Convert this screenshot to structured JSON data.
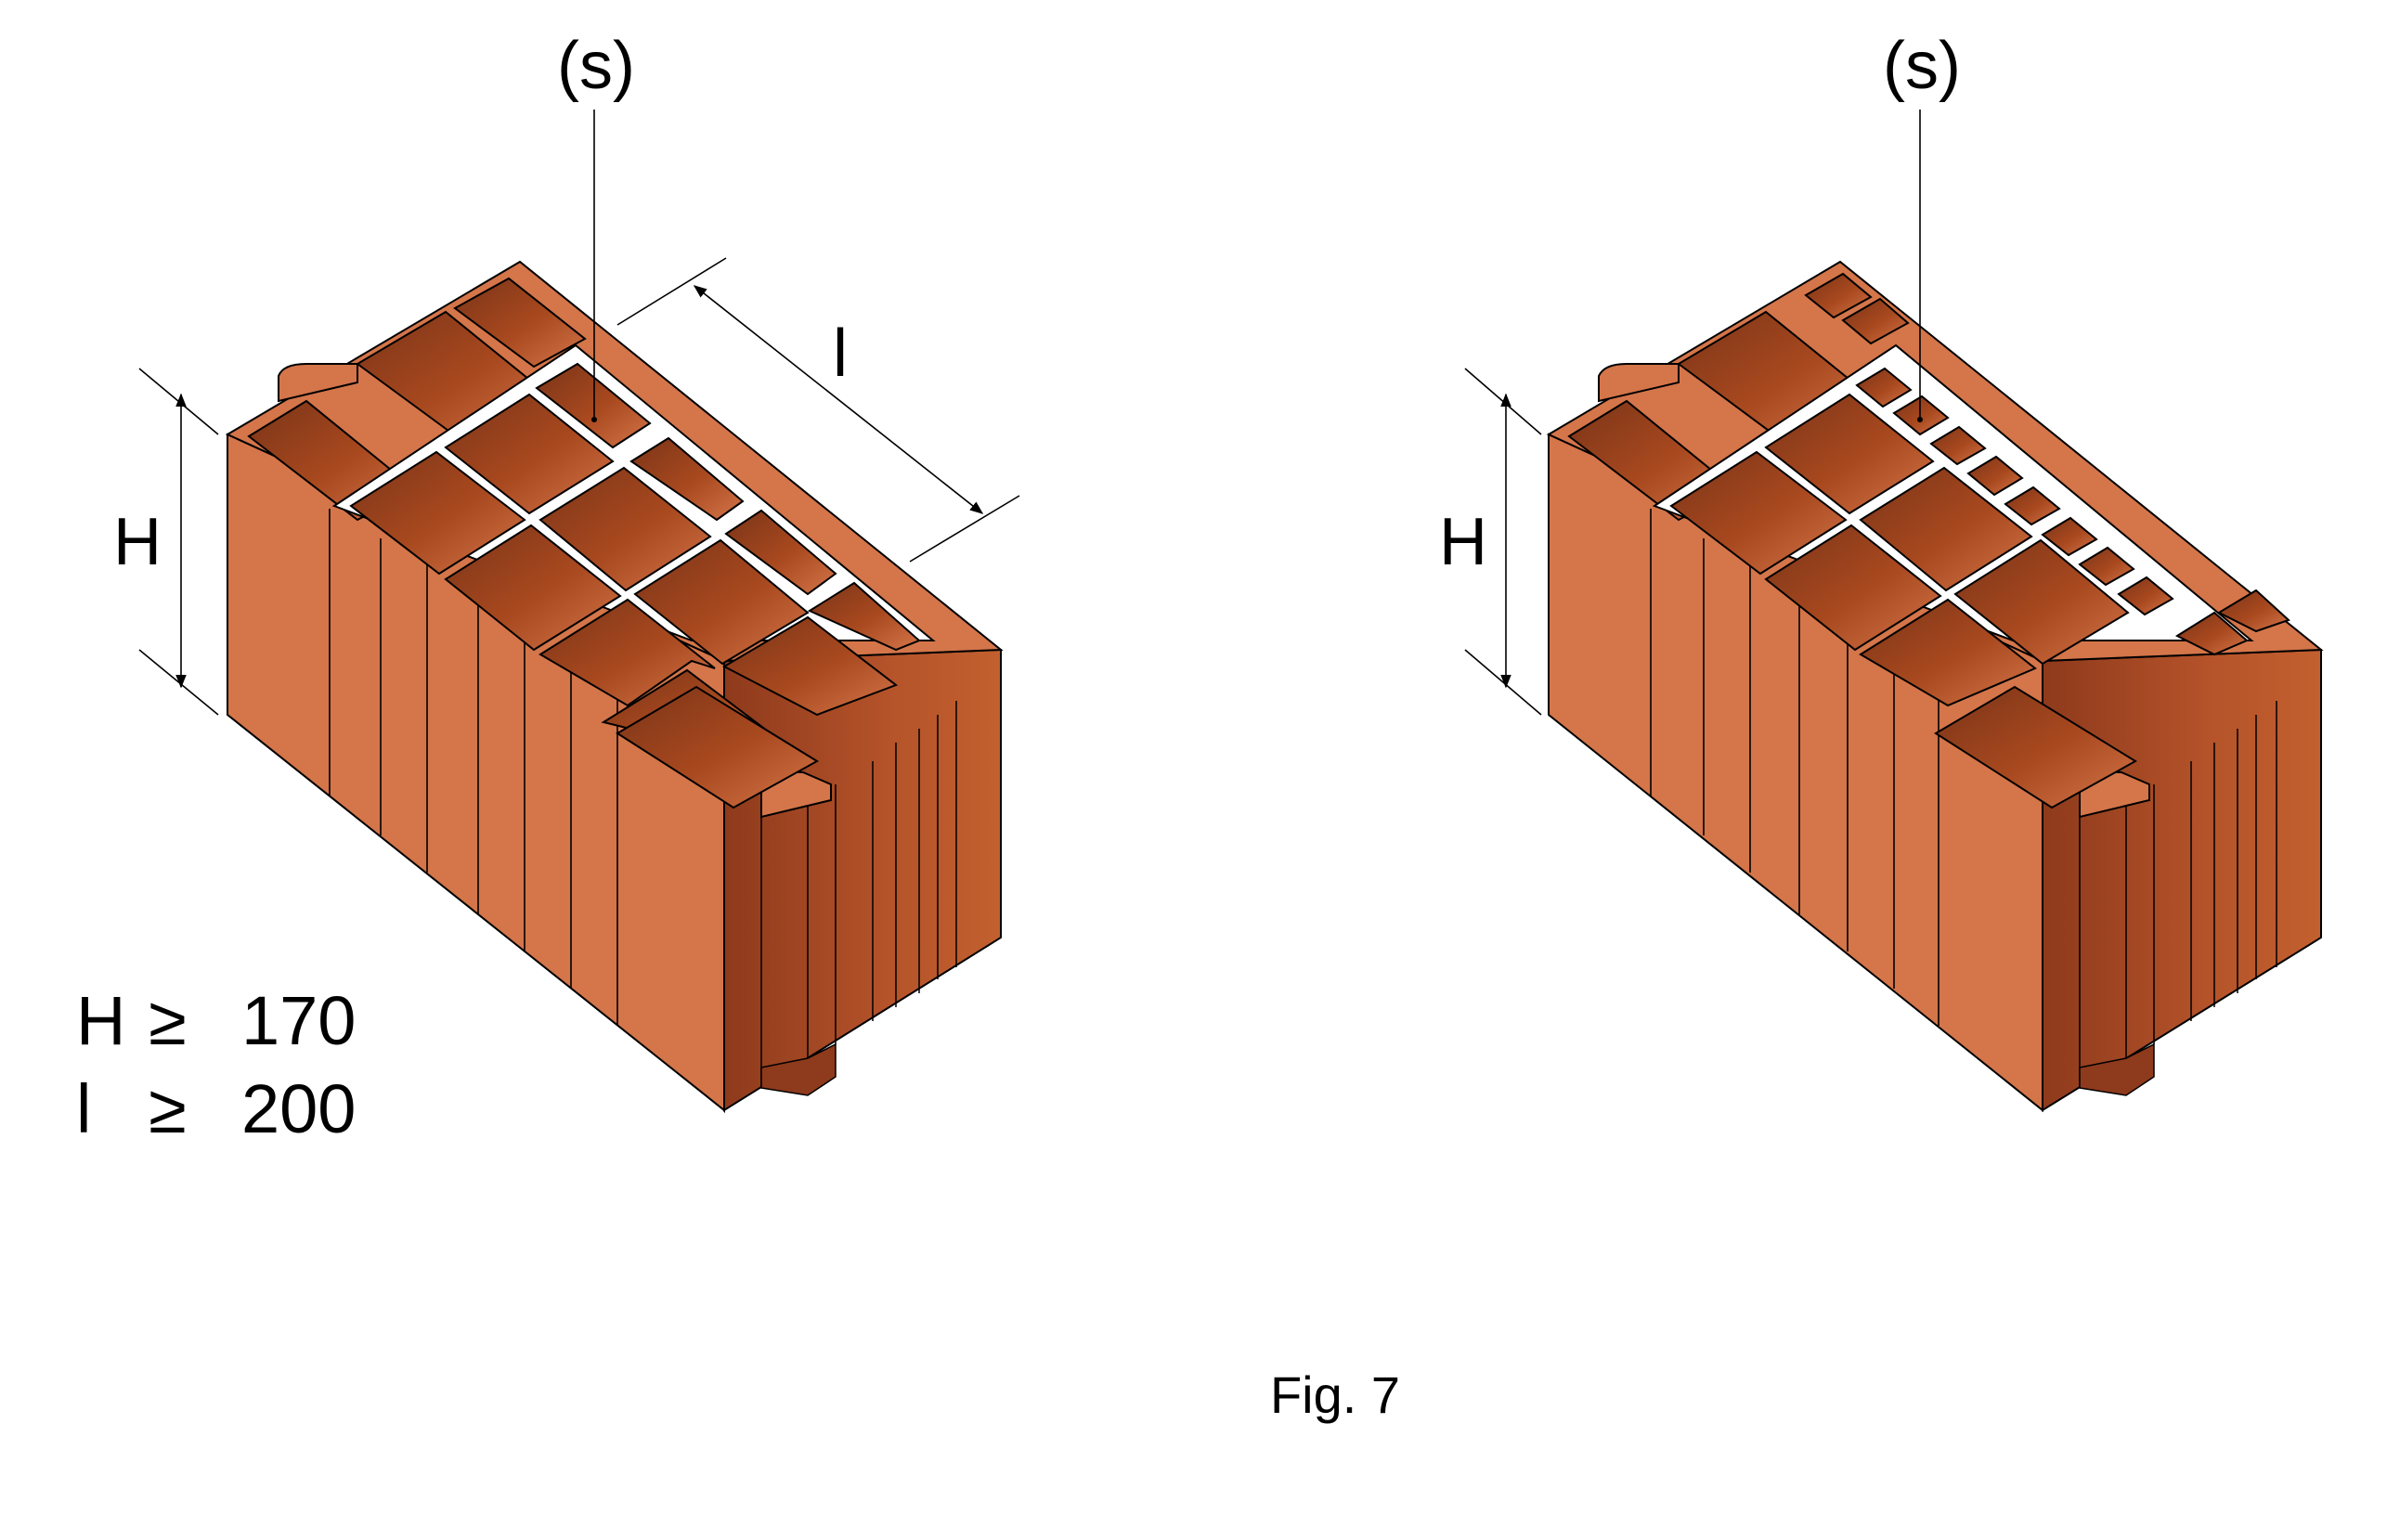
{
  "figure": {
    "caption": "Fig. 7",
    "left_block": {
      "septum_label": "(s)",
      "height_label": "H",
      "length_label": "l",
      "constraints": [
        {
          "symbol": "H",
          "operator": "≥",
          "value": "170"
        },
        {
          "symbol": "l",
          "operator": "≥",
          "value": "200"
        }
      ]
    },
    "right_block": {
      "septum_label": "(s)",
      "height_label": "H"
    }
  },
  "colors": {
    "brick_face": "#D4754A",
    "brick_side_dark": "#8E3A1C",
    "brick_side_mid": "#B5532A",
    "cell_shadow": "#7A3418",
    "septa": "#FFFFFF",
    "outline": "#000000"
  }
}
